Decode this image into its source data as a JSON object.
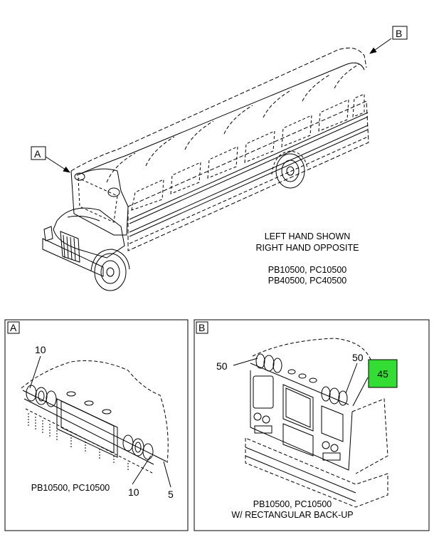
{
  "main_view": {
    "callout_a": "A",
    "callout_b": "B",
    "note_line1": "LEFT HAND SHOWN",
    "note_line2": "RIGHT HAND OPPOSITE",
    "models_line1": "PB10500, PC10500",
    "models_line2": "PB40500, PC40500"
  },
  "detail_a": {
    "tag": "A",
    "callout_top": "10",
    "callout_bottom": "10",
    "callout_side": "5",
    "models": "PB10500, PC10500"
  },
  "detail_b": {
    "tag": "B",
    "callout_left": "50",
    "callout_right": "50",
    "callout_highlight": "45",
    "models_line1": "PB10500, PC10500",
    "models_line2": "W/ RECTANGULAR BACK-UP"
  },
  "colors": {
    "highlight": "#33dd33",
    "line": "#000000"
  }
}
